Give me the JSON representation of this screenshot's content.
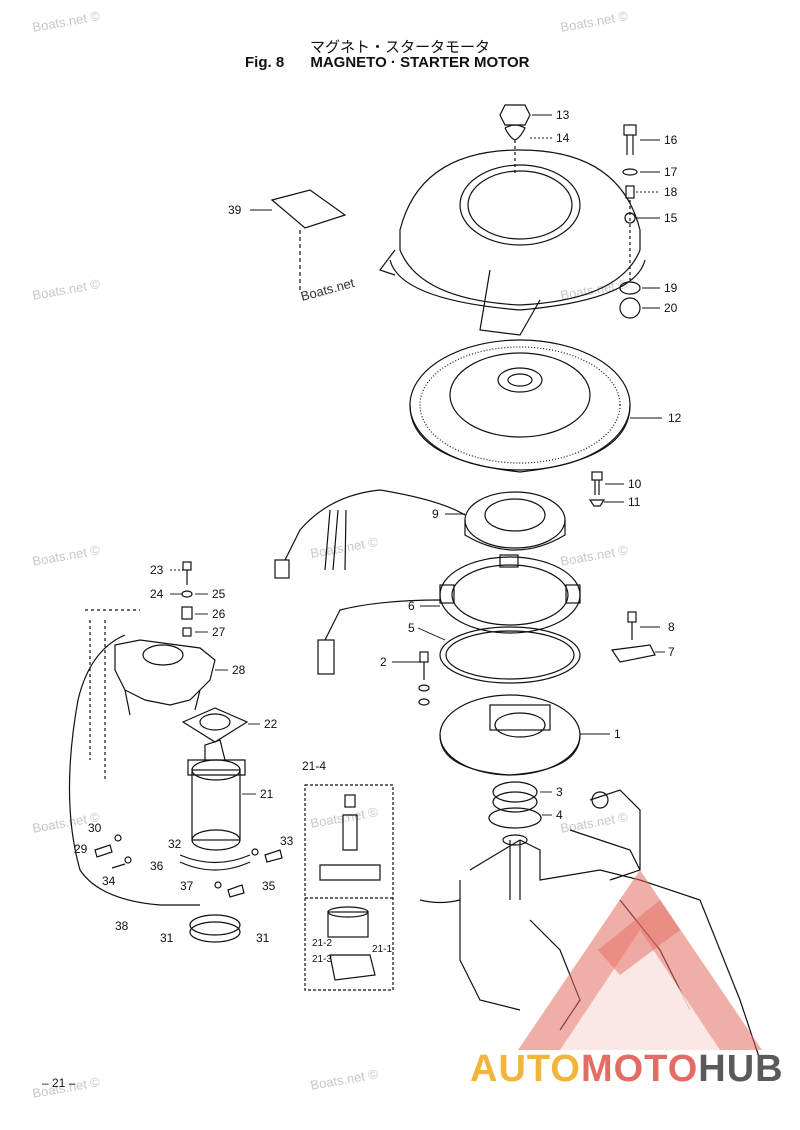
{
  "header": {
    "title_jp": "マグネト・スタータモータ",
    "fig_label": "Fig. 8",
    "title_en": "MAGNETO · STARTER MOTOR"
  },
  "watermark": {
    "text": "Boats.net ©",
    "center_text": "Boats.net"
  },
  "callouts": [
    {
      "label": "13"
    },
    {
      "label": "14"
    },
    {
      "label": "16"
    },
    {
      "label": "17"
    },
    {
      "label": "18"
    },
    {
      "label": "15"
    },
    {
      "label": "39"
    },
    {
      "label": "19"
    },
    {
      "label": "20"
    },
    {
      "label": "12"
    },
    {
      "label": "10"
    },
    {
      "label": "11"
    },
    {
      "label": "9"
    },
    {
      "label": "23"
    },
    {
      "label": "24"
    },
    {
      "label": "25"
    },
    {
      "label": "26"
    },
    {
      "label": "27"
    },
    {
      "label": "6"
    },
    {
      "label": "8"
    },
    {
      "label": "5"
    },
    {
      "label": "7"
    },
    {
      "label": "2"
    },
    {
      "label": "28"
    },
    {
      "label": "22"
    },
    {
      "label": "1"
    },
    {
      "label": "21-4"
    },
    {
      "label": "3"
    },
    {
      "label": "21"
    },
    {
      "label": "4"
    },
    {
      "label": "30"
    },
    {
      "label": "32"
    },
    {
      "label": "33"
    },
    {
      "label": "29"
    },
    {
      "label": "36"
    },
    {
      "label": "34"
    },
    {
      "label": "37"
    },
    {
      "label": "35"
    },
    {
      "label": "38"
    },
    {
      "label": "31"
    },
    {
      "label": "31"
    },
    {
      "label": "21-2"
    },
    {
      "label": "21-1"
    },
    {
      "label": "21-3"
    }
  ],
  "footer": {
    "page_number": "– 21 –",
    "brand_part1": "AUTO",
    "brand_part2": "MOTO",
    "brand_part3": "HUB"
  },
  "colors": {
    "line": "#111111",
    "watermark": "#c8c8c8",
    "brand_yellow": "#f2b43a",
    "brand_red": "#e46c62",
    "brand_gray": "#5a5a5a"
  }
}
